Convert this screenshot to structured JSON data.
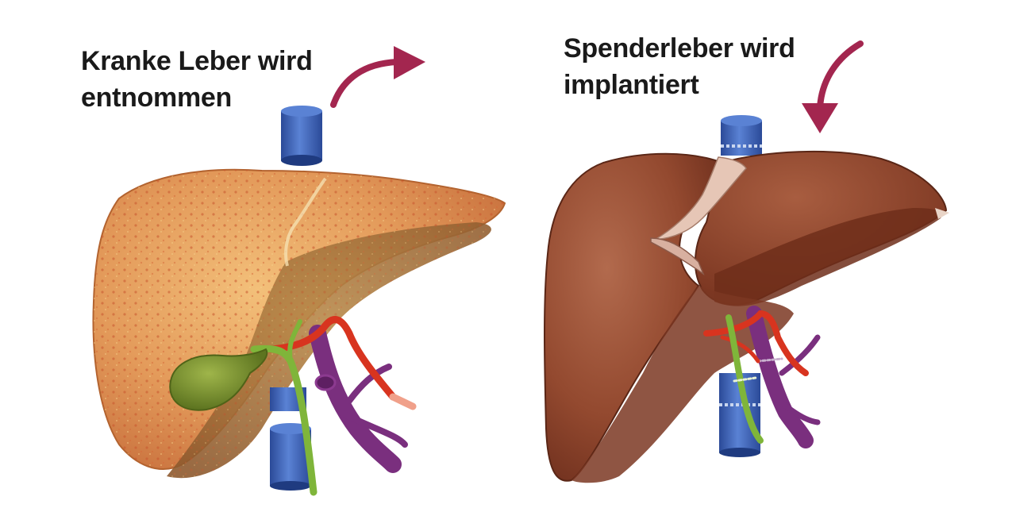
{
  "captions": {
    "removal": {
      "line1": "Kranke Leber wird",
      "line2": "entnommen"
    },
    "implant": {
      "line1": "Spenderleber wird",
      "line2": "implantiert"
    }
  },
  "icons": {
    "removal_arrow": "curved-arrow-up-right-icon",
    "implant_arrow": "curved-arrow-down-icon"
  },
  "colors": {
    "arrow": "#a3264f",
    "diseased_liver": "#e3995a",
    "donor_liver": "#8e4630",
    "vena_cava": "#3e63b8",
    "bile_duct": "#7fb53a",
    "hepatic_artery": "#d8341f",
    "portal_vein": "#7a2f7e",
    "gallbladder": "#6e8a2a"
  }
}
